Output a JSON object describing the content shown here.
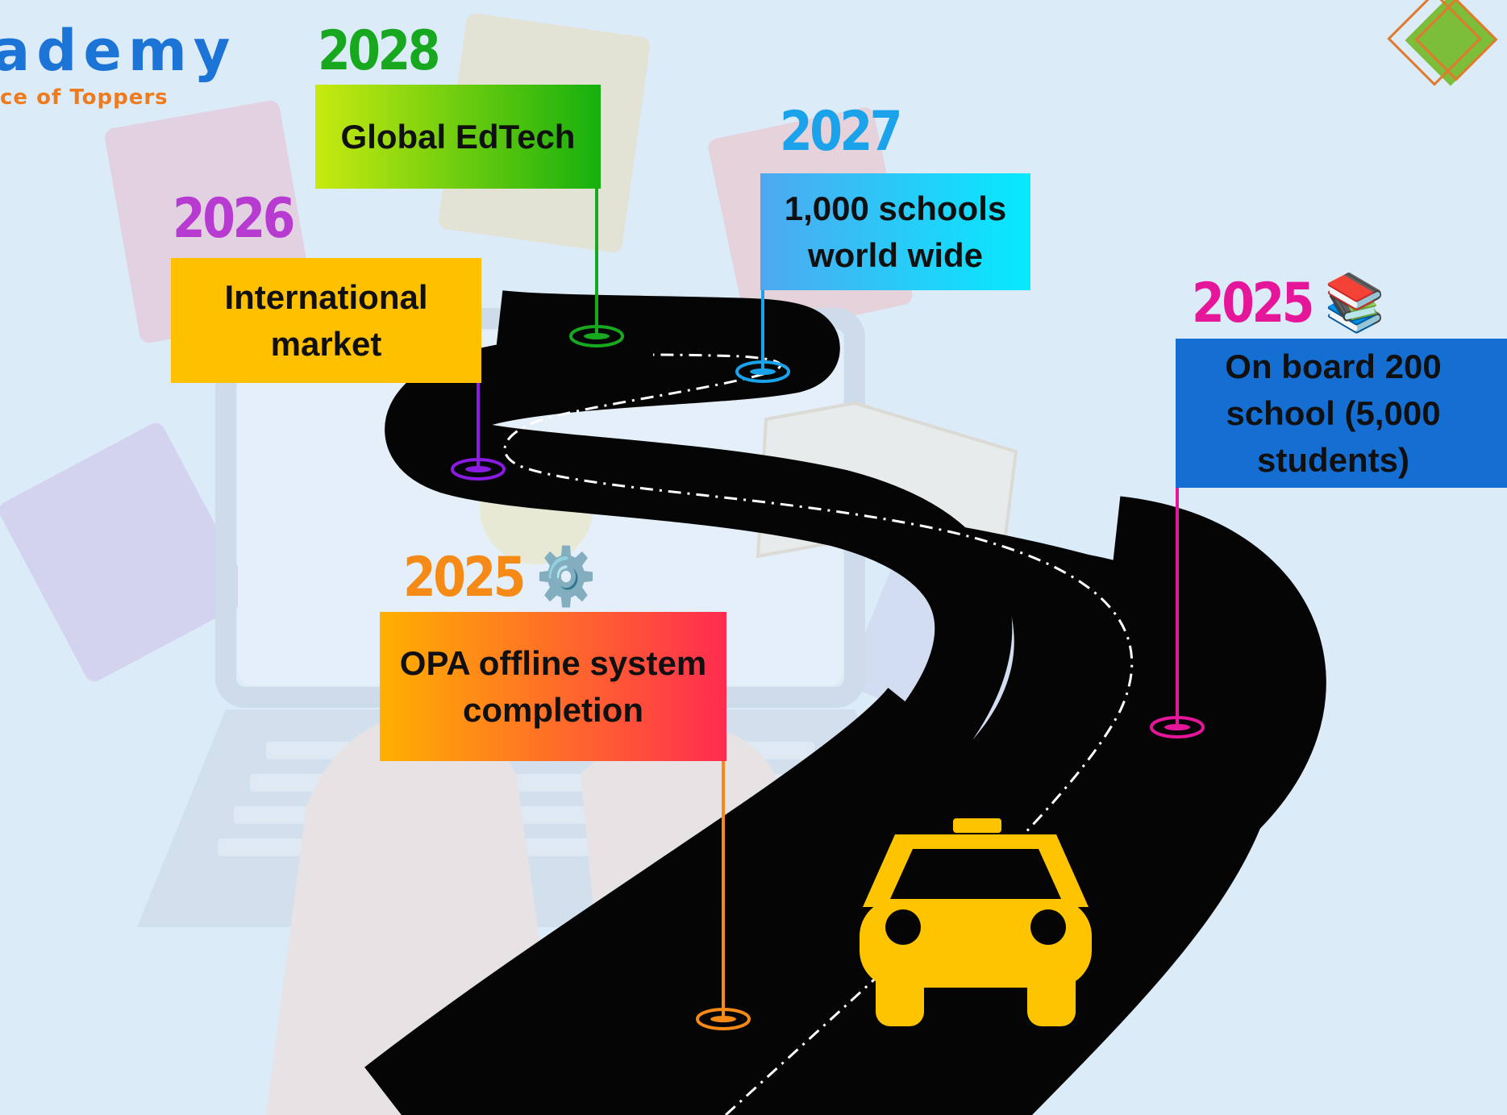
{
  "logo": {
    "brand": "ademy",
    "tagline": "ce of Toppers"
  },
  "milestones": [
    {
      "id": "opa",
      "year": "2025",
      "emoji": "⚙️",
      "text": "OPA offline system completion",
      "year_color": "#f58a16",
      "pin_color": "#f58a16"
    },
    {
      "id": "onboard",
      "year": "2025",
      "emoji": "📚",
      "text": "On board 200 school (5,000 students)",
      "year_color": "#e6169a",
      "pin_color": "#e6169a"
    },
    {
      "id": "international",
      "year": "2026",
      "emoji": "",
      "text": "International market",
      "year_color": "#b83bd1",
      "pin_color": "#8a1be2"
    },
    {
      "id": "schools",
      "year": "2027",
      "emoji": "",
      "text": "1,000 schools world wide",
      "year_color": "#1aa3ea",
      "pin_color": "#1aa3ea"
    },
    {
      "id": "global",
      "year": "2028",
      "emoji": "",
      "text": "Global EdTech",
      "year_color": "#17a81f",
      "pin_color": "#17a81f"
    }
  ],
  "icons": {
    "vehicle": "taxi-icon",
    "corner": "diamond-logo-icon"
  },
  "colors": {
    "road": "#050505",
    "taxi": "#ffc400"
  }
}
